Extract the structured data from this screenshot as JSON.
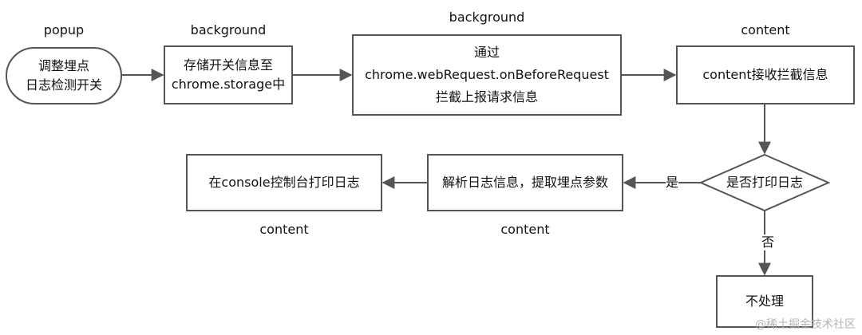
{
  "colors": {
    "stroke": "#555555",
    "text": "#111111",
    "watermark": "#b4b4b4"
  },
  "labels": {
    "popup": "popup",
    "background_1": "background",
    "background_2": "background",
    "content_1": "content",
    "content_2": "content",
    "content_3": "content"
  },
  "nodes": {
    "toggle": [
      "调整埋点",
      "日志检测开关"
    ],
    "storage": [
      "存储开关信息至",
      "chrome.storage中"
    ],
    "intercept": [
      "通过",
      "chrome.webRequest.onBeforeRequest",
      "拦截上报请求信息"
    ],
    "receive": [
      "content接收拦截信息"
    ],
    "decision": [
      "是否打印日志"
    ],
    "parse": [
      "解析日志信息，提取埋点参数"
    ],
    "print": [
      "在console控制台打印日志"
    ],
    "noop": [
      "不处理"
    ]
  },
  "edge_labels": {
    "yes": "是",
    "no": "否"
  },
  "watermark": "@稀土掘金技术社区"
}
